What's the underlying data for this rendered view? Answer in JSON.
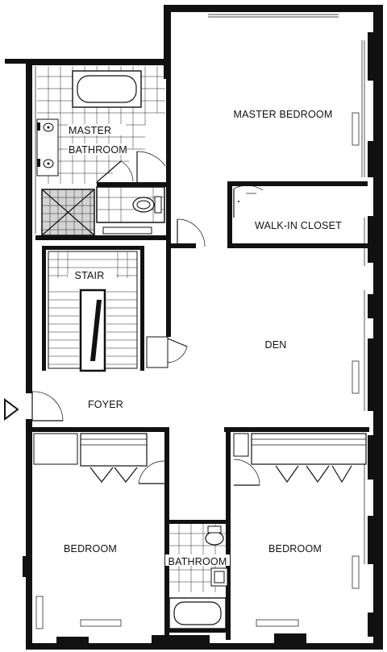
{
  "rooms": {
    "master_bedroom": "MASTER BEDROOM",
    "master_bathroom_line1": "MASTER",
    "master_bathroom_line2": "BATHROOM",
    "walk_in_closet": "WALK-IN CLOSET",
    "stair": "STAIR",
    "den": "DEN",
    "foyer": "FOYER",
    "bedroom_left": "BEDROOM",
    "bedroom_right": "BEDROOM",
    "bathroom": "BATHROOM"
  }
}
